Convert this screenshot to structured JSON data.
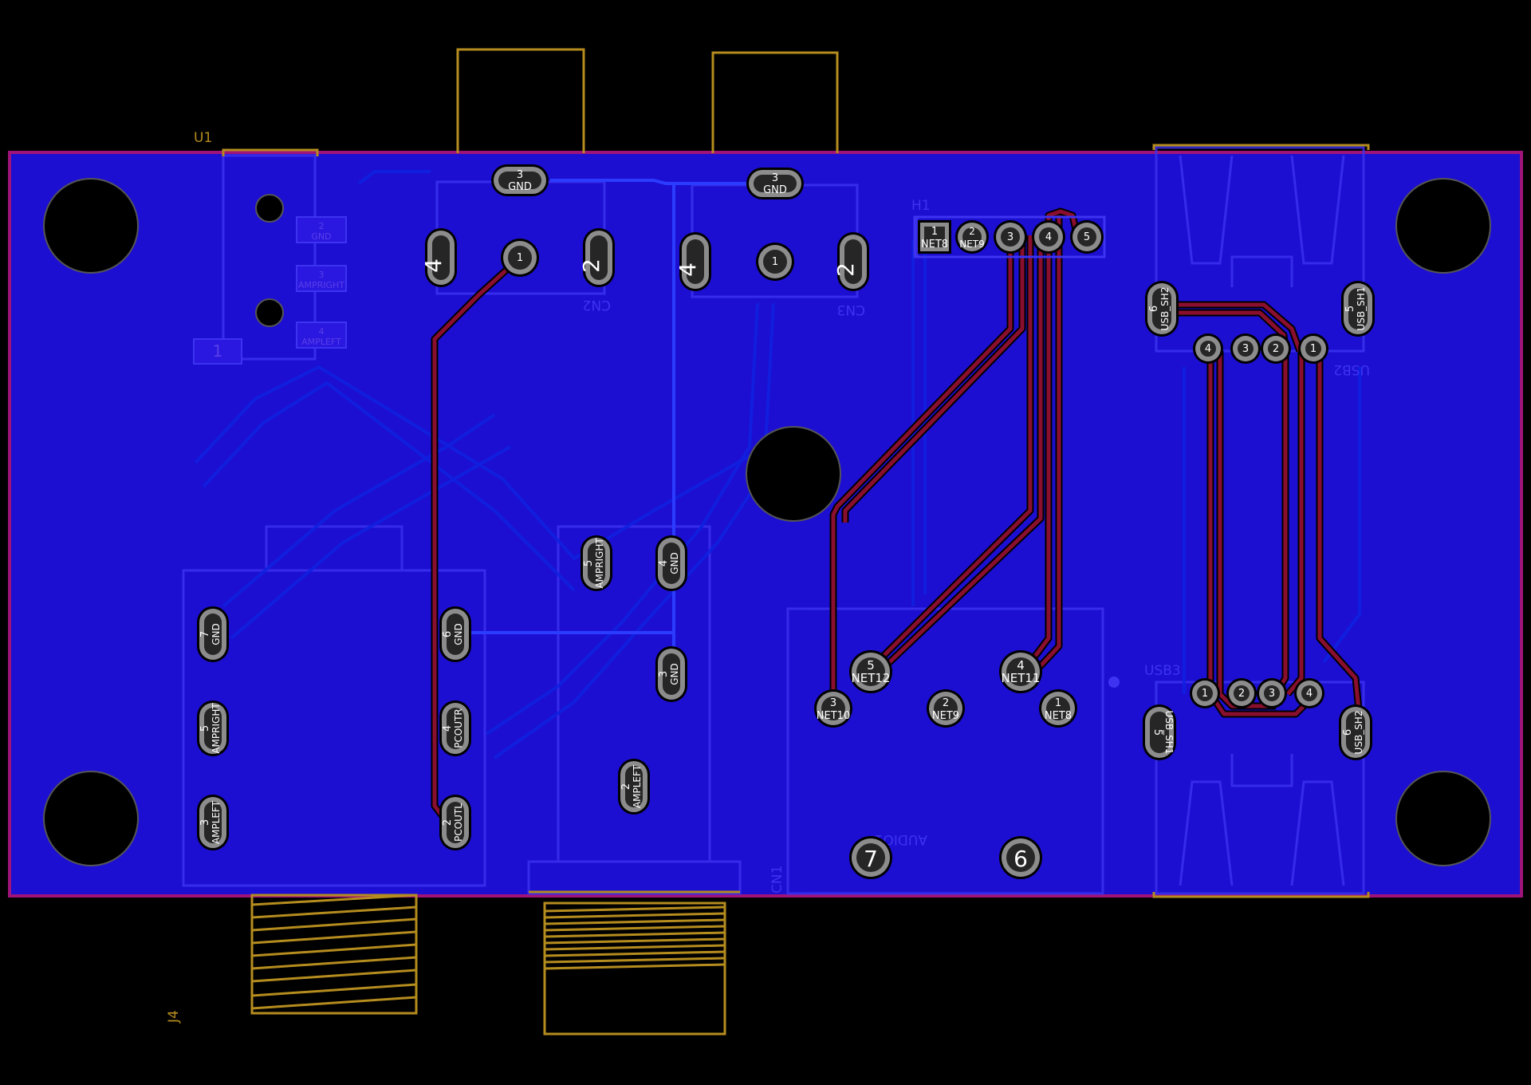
{
  "colors": {
    "background": "#000000",
    "board_fill": "#1c0fd1",
    "board_edge": "#a0147a",
    "silk": "#b58c1e",
    "fab": "#5a3ee8",
    "pad_fill": "#8c8c8c",
    "pad_hole": "#222222",
    "pad_text": "#ffffff",
    "trace_front": "#8a0f2e",
    "trace_back": "#1a2bff",
    "mount_hole": "#000000"
  },
  "refs": {
    "u1": "U1",
    "u1_pad1": "1",
    "h1": "H1",
    "j4": "J4",
    "cn1": "CN1",
    "cn2": "CN2",
    "cn3": "CN3",
    "audio1": "AUDIO1",
    "usb2": "USB2",
    "usb3": "USB3"
  },
  "u1_pins": [
    {
      "num": "2",
      "net": "GND"
    },
    {
      "num": "3",
      "net": "AMPRIGHT"
    },
    {
      "num": "4",
      "net": "AMPLEFT"
    }
  ],
  "cn2": {
    "pad3": {
      "num": "3",
      "net": "GND"
    },
    "pad4": "4",
    "pad1": "1",
    "pad2": "2"
  },
  "cn3": {
    "pad3": {
      "num": "3",
      "net": "GND"
    },
    "pad4": "4",
    "pad1": "1",
    "pad2": "2"
  },
  "h1_pins": [
    {
      "num": "1",
      "net": "NET8"
    },
    {
      "num": "2",
      "net": "NET9"
    },
    {
      "num": "3",
      "net": ""
    },
    {
      "num": "4",
      "net": ""
    },
    {
      "num": "5",
      "net": ""
    }
  ],
  "j4_pins": [
    {
      "num": "7",
      "net": "GND"
    },
    {
      "num": "5",
      "net": "AMPRIGHT"
    },
    {
      "num": "3",
      "net": "AMPLEFT"
    },
    {
      "num": "6",
      "net": "GND"
    },
    {
      "num": "4",
      "net": "PCOUTR"
    },
    {
      "num": "2",
      "net": "PCOUTL"
    }
  ],
  "cn1_pins": [
    {
      "num": "5",
      "net": "AMPRIGHT"
    },
    {
      "num": "4",
      "net": "GND"
    },
    {
      "num": "3",
      "net": "GND"
    },
    {
      "num": "2",
      "net": "AMPLEFT"
    }
  ],
  "audio1_pins": [
    {
      "num": "5",
      "net": "NET12"
    },
    {
      "num": "4",
      "net": "NET11"
    },
    {
      "num": "3",
      "net": "NET10"
    },
    {
      "num": "2",
      "net": "NET9"
    },
    {
      "num": "1",
      "net": "NET8"
    },
    {
      "num": "7",
      "net": ""
    },
    {
      "num": "6",
      "net": ""
    }
  ],
  "usb2": {
    "shield_left": {
      "num": "6",
      "net": "USB_SH2"
    },
    "shield_right": {
      "num": "5",
      "net": "USB_SH1"
    },
    "pins": [
      "4",
      "3",
      "2",
      "1"
    ]
  },
  "usb3": {
    "shield_left": {
      "num": "5",
      "net": "USB_SH1"
    },
    "shield_right": {
      "num": "6",
      "net": "USB_SH2"
    },
    "pins": [
      "1",
      "2",
      "3",
      "4"
    ]
  }
}
